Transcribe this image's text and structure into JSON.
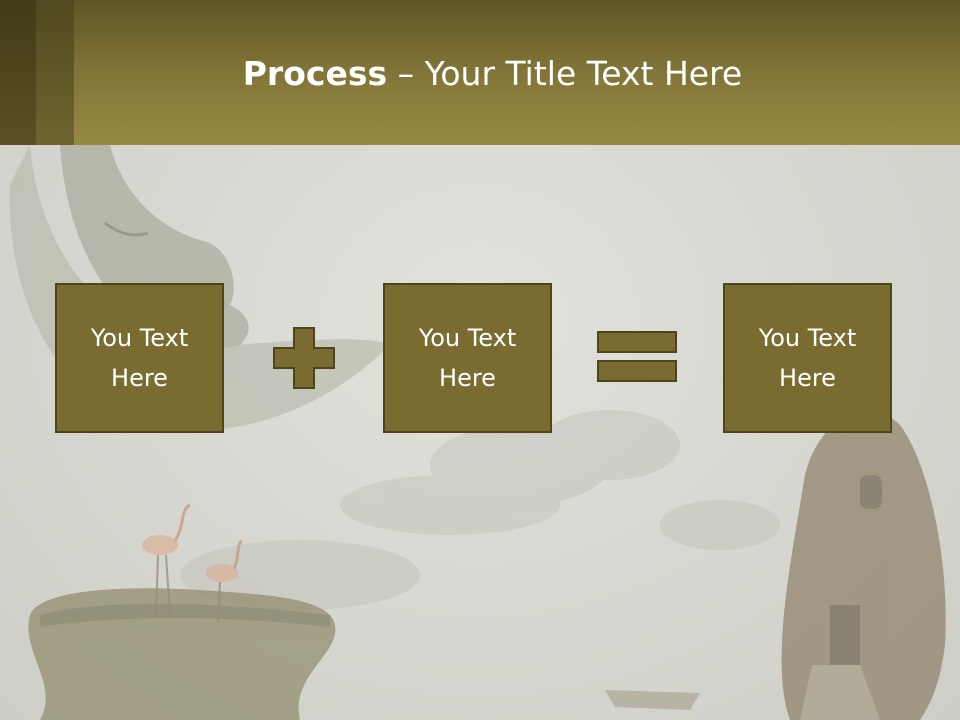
{
  "slide": {
    "title_bold": "Process",
    "title_rest": " – Your Title Text Here"
  },
  "boxes": [
    {
      "text": "You Text\nHere"
    },
    {
      "text": "You Text\nHere"
    },
    {
      "text": "You Text\nHere"
    }
  ],
  "symbols": {
    "plus": "plus-icon",
    "equals": "equals-icon"
  },
  "colors": {
    "header": "#8a7d3e",
    "box_fill": "#7a6c31",
    "box_border": "#4e451d",
    "title_text": "#ffffff"
  }
}
